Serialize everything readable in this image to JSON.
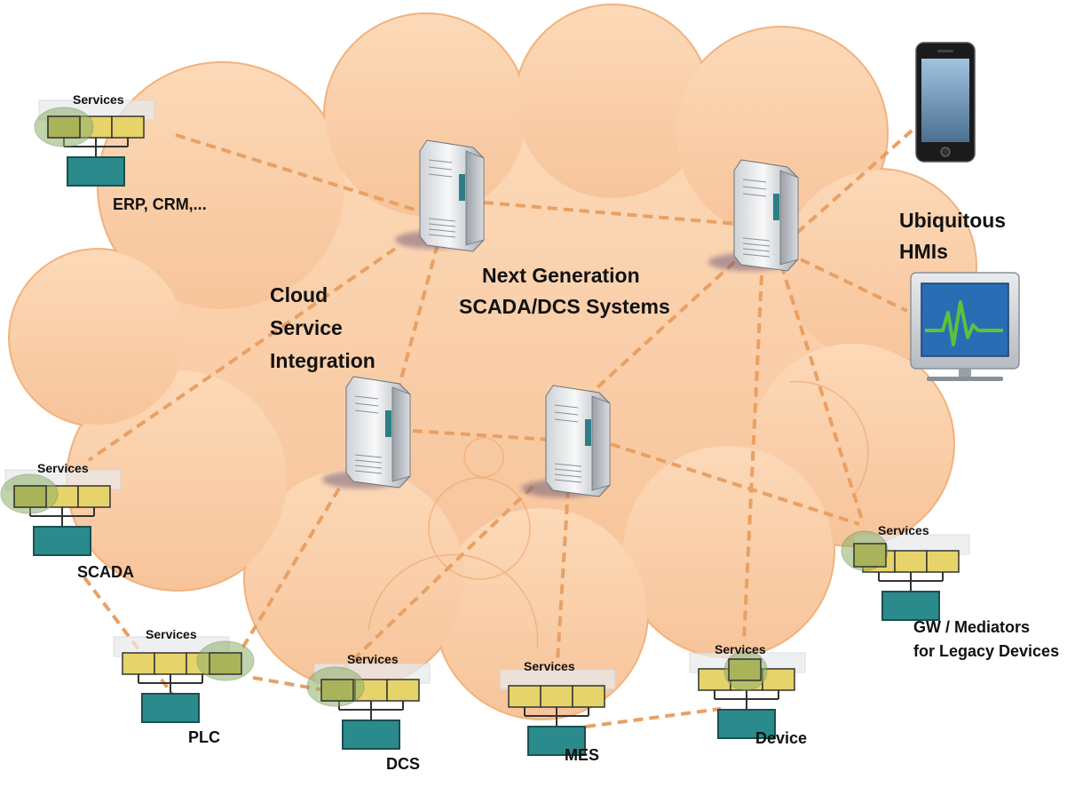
{
  "colors": {
    "cloud": "#f9c9a0",
    "cloud_outline": "#f2b27c",
    "link": "#e9a063",
    "service_box": "#e6d36a",
    "active_service": "#a9b35a",
    "active_halo": "#8fb06a",
    "host_box": "#2a8a8c",
    "hmi_screen": "#2a6db5",
    "hmi_trace": "#5cc23c"
  },
  "cloud_labels": {
    "integration": [
      "Cloud",
      "Service",
      "Integration"
    ],
    "scada_dcs": [
      "Next Generation",
      "SCADA/DCS Systems"
    ],
    "hmis": [
      "Ubiquitous",
      "HMIs"
    ]
  },
  "nodes": {
    "services_label": "Services",
    "erp": {
      "label": "ERP, CRM,..."
    },
    "scada": {
      "label": "SCADA"
    },
    "plc": {
      "label": "PLC"
    },
    "dcs": {
      "label": "DCS"
    },
    "mes": {
      "label": "MES"
    },
    "device": {
      "label": "Device"
    },
    "gw": {
      "label": [
        "GW / Mediators",
        "for Legacy Devices"
      ]
    }
  },
  "icons": {
    "server": "server-tower-icon",
    "phone": "smartphone-icon",
    "monitor": "monitor-heartbeat-icon"
  }
}
